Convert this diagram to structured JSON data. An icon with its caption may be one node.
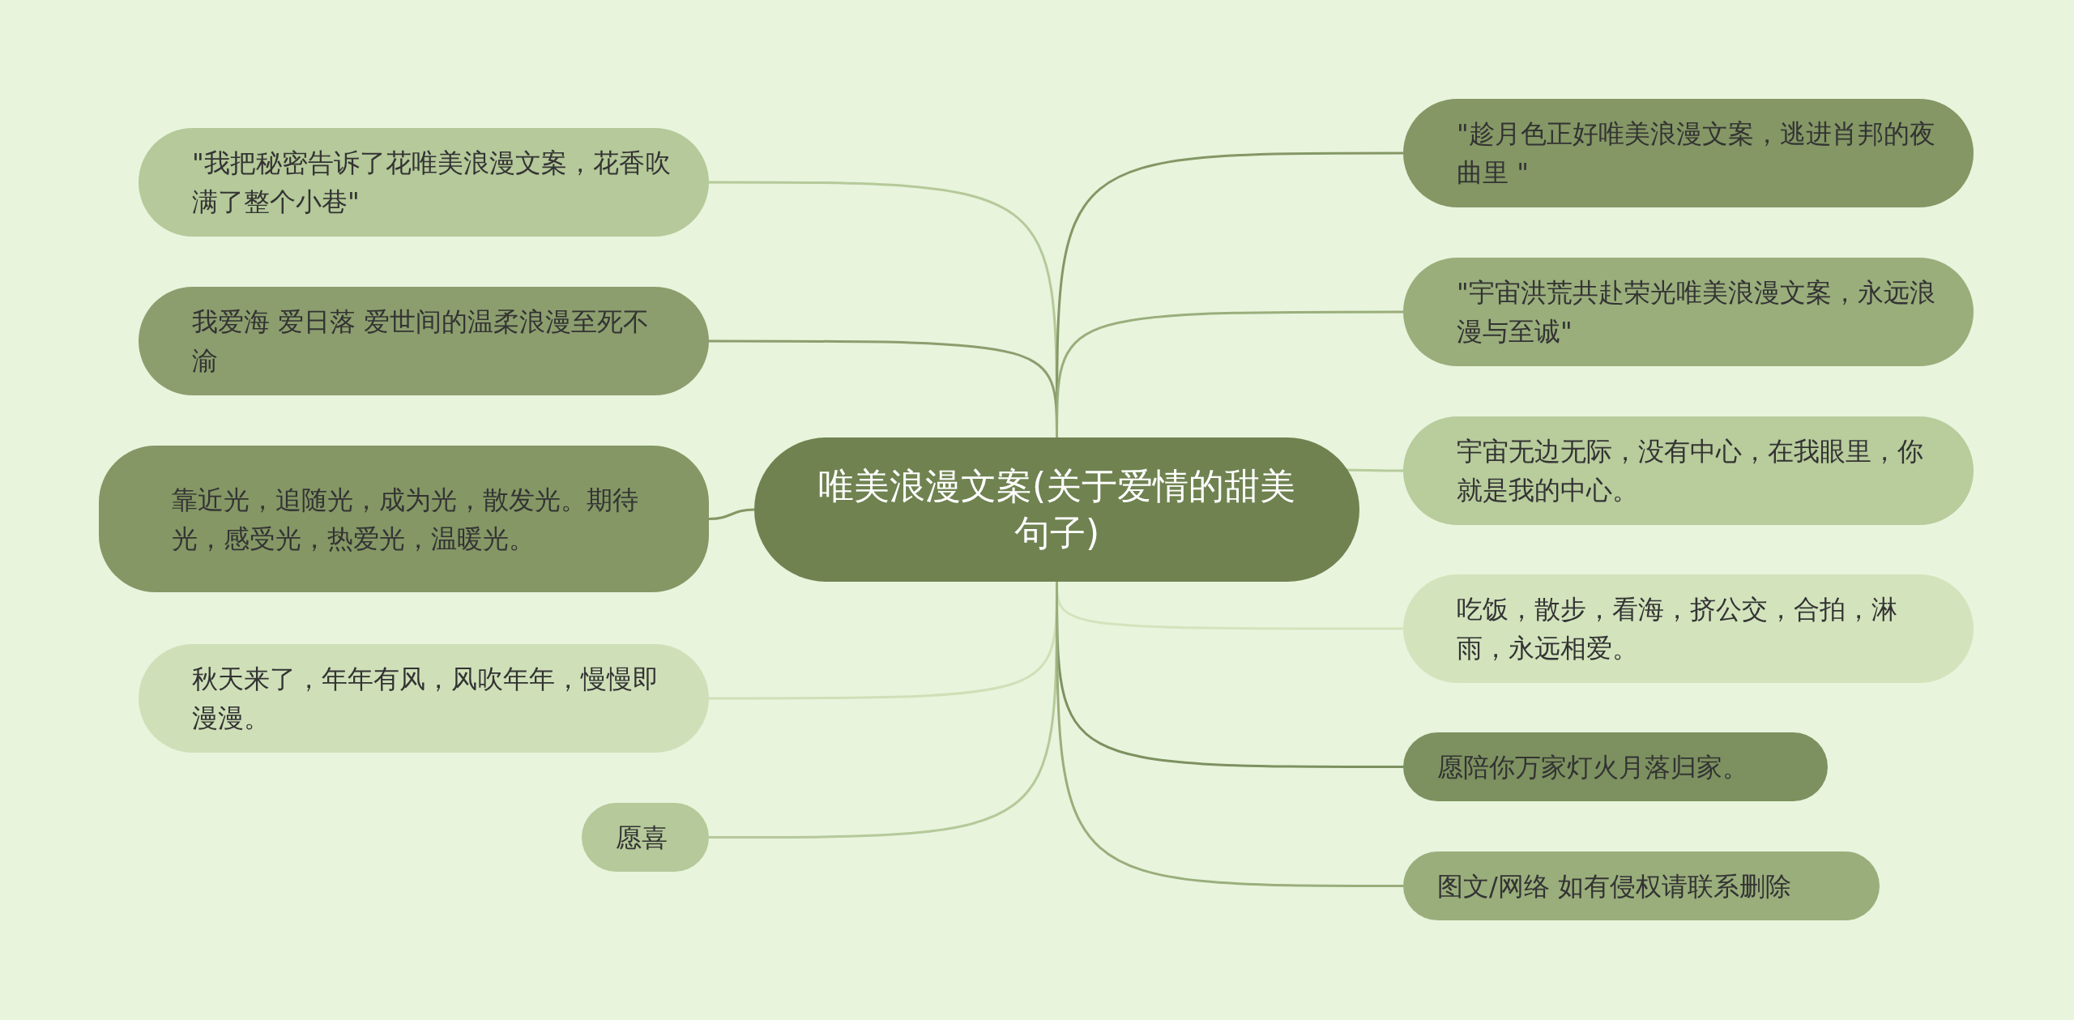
{
  "diagram": {
    "nodes": [
      {
        "text": [
          "唯美浪漫文案(关于爱情的甜美句子)"
        ]
      },
      {
        "text": [
          "\"我把秘密告诉了花唯美浪漫文案，花香吹满了整个小巷\""
        ]
      },
      {
        "text": [
          "我爱海 爱日落 爱世间的温柔浪漫至死不渝"
        ]
      },
      {
        "text": [
          "靠近光，追随光，成为光，散发光。期待光，感受光，热爱光，温暖光。"
        ]
      },
      {
        "text": [
          "秋天来了，年年有风，风吹年年，慢慢即漫漫。"
        ]
      },
      {
        "text": [
          "愿喜"
        ]
      },
      {
        "text": [
          "\"趁月色正好唯美浪漫文案，逃进肖邦的夜曲里 \""
        ]
      },
      {
        "text": [
          "\"宇宙洪荒共赴荣光唯美浪漫文案，永远浪漫与至诚\""
        ]
      },
      {
        "text": [
          "宇宙无边无际，没有中心，在我眼里，你就是我的中心。"
        ]
      },
      {
        "text": [
          "吃饭，散步，看海，挤公交，合拍，淋雨，永远相爱。"
        ]
      },
      {
        "text": [
          "愿陪你万家灯火月落归家。"
        ]
      },
      {
        "text": [
          "图文/网络 如有侵权请联系删除"
        ]
      }
    ],
    "edges": [
      {
        "from": 0,
        "to": 1,
        "arrow": "none",
        "color": "#b5c99a"
      },
      {
        "from": 0,
        "to": 2,
        "arrow": "none",
        "color": "#8c9e6e"
      },
      {
        "from": 0,
        "to": 3,
        "arrow": "none",
        "color": "#849765"
      },
      {
        "from": 0,
        "to": 4,
        "arrow": "none",
        "color": "#cfe0b8"
      },
      {
        "from": 0,
        "to": 5,
        "arrow": "none",
        "color": "#b5c99a"
      },
      {
        "from": 0,
        "to": 6,
        "arrow": "none",
        "color": "#849765"
      },
      {
        "from": 0,
        "to": 7,
        "arrow": "none",
        "color": "#9aae7c"
      },
      {
        "from": 0,
        "to": 8,
        "arrow": "none",
        "color": "#b8cc9c"
      },
      {
        "from": 0,
        "to": 9,
        "arrow": "none",
        "color": "#d3e4bd"
      },
      {
        "from": 0,
        "to": 10,
        "arrow": "none",
        "color": "#7d9160"
      },
      {
        "from": 0,
        "to": 11,
        "arrow": "none",
        "color": "#9aae7c"
      }
    ]
  }
}
